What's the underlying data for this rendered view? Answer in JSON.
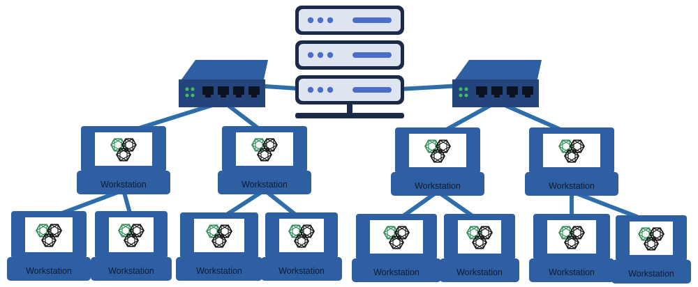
{
  "diagram": {
    "colors": {
      "link": "#2d6ea8",
      "device_blue": "#2f5fa3",
      "device_dark": "#24457c",
      "server_body": "#1c2a4a",
      "server_accent": "#4a6fc7",
      "screen_white": "#ffffff",
      "logo_green": "#2e8b57",
      "logo_dark": "#111111",
      "port_light": "#3fbf5f",
      "label_text": "#0b1a33"
    },
    "icons": {
      "server": "server-icon",
      "switch": "network-switch-icon",
      "workstation": "workstation-icon",
      "logo": "hexagon-logo-icon"
    },
    "nodes": [
      {
        "id": "server",
        "kind": "server"
      },
      {
        "id": "switch-left",
        "kind": "switch"
      },
      {
        "id": "switch-right",
        "kind": "switch"
      },
      {
        "id": "ws-1",
        "kind": "workstation",
        "label": "Workstation"
      },
      {
        "id": "ws-2",
        "kind": "workstation",
        "label": "Workstation"
      },
      {
        "id": "ws-3",
        "kind": "workstation",
        "label": "Workstation"
      },
      {
        "id": "ws-4",
        "kind": "workstation",
        "label": "Workstation"
      },
      {
        "id": "ws-5",
        "kind": "workstation",
        "label": "Workstation"
      },
      {
        "id": "ws-6",
        "kind": "workstation",
        "label": "Workstation"
      },
      {
        "id": "ws-7",
        "kind": "workstation",
        "label": "Workstation"
      },
      {
        "id": "ws-8",
        "kind": "workstation",
        "label": "Workstation"
      },
      {
        "id": "ws-9",
        "kind": "workstation",
        "label": "Workstation"
      },
      {
        "id": "ws-10",
        "kind": "workstation",
        "label": "Workstation"
      },
      {
        "id": "ws-11",
        "kind": "workstation",
        "label": "Workstation"
      },
      {
        "id": "ws-12",
        "kind": "workstation",
        "label": "Workstation"
      }
    ],
    "edges": [
      [
        "server",
        "switch-left"
      ],
      [
        "server",
        "switch-right"
      ],
      [
        "switch-left",
        "ws-1"
      ],
      [
        "switch-left",
        "ws-2"
      ],
      [
        "switch-right",
        "ws-3"
      ],
      [
        "switch-right",
        "ws-4"
      ],
      [
        "ws-1",
        "ws-5"
      ],
      [
        "ws-1",
        "ws-6"
      ],
      [
        "ws-2",
        "ws-7"
      ],
      [
        "ws-2",
        "ws-8"
      ],
      [
        "ws-3",
        "ws-9"
      ],
      [
        "ws-3",
        "ws-10"
      ],
      [
        "ws-4",
        "ws-11"
      ],
      [
        "ws-4",
        "ws-12"
      ]
    ]
  }
}
